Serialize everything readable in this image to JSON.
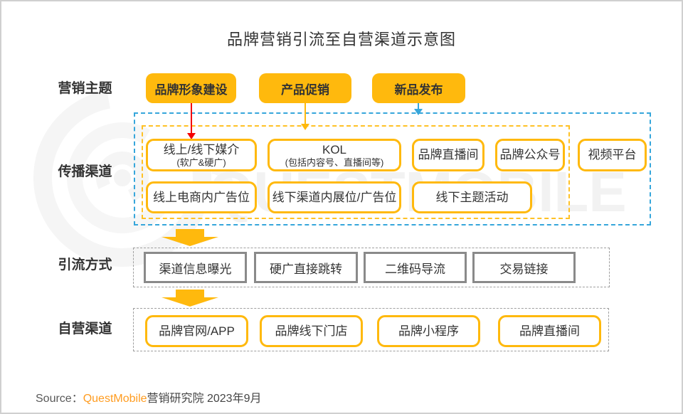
{
  "title": "品牌营销引流至自营渠道示意图",
  "watermark": {
    "text": "QUESTMOBILE"
  },
  "marketing_themes": {
    "label": "营销主题",
    "items": [
      "品牌形象建设",
      "产品促销",
      "新品发布"
    ]
  },
  "spread_channels": {
    "label": "传播渠道",
    "row1": [
      {
        "main": "线上/线下媒介",
        "sub": "(软广&硬广)"
      },
      {
        "main": "KOL",
        "sub": "(包括内容号、直播间等)"
      },
      {
        "main": "品牌直播间"
      },
      {
        "main": "品牌公众号"
      },
      {
        "main": "视频平台"
      }
    ],
    "row2": [
      "线上电商内广告位",
      "线下渠道内展位/广告位",
      "线下主题活动"
    ]
  },
  "diversion_methods": {
    "label": "引流方式",
    "items": [
      "渠道信息曝光",
      "硬广直接跳转",
      "二维码导流",
      "交易链接"
    ]
  },
  "own_channels": {
    "label": "自营渠道",
    "items": [
      "品牌官网/APP",
      "品牌线下门店",
      "品牌小程序",
      "品牌直播间"
    ]
  },
  "source": {
    "prefix": "Source：",
    "brand": "QuestMobile",
    "suffix": "营销研究院 2023年9月"
  },
  "colors": {
    "yellow": "#FFB90D",
    "orange_dash": "#FFC125",
    "blue": "#36A6DB",
    "red": "#F40000",
    "gray_border": "#8A8A8A",
    "text": "#333333",
    "source_brand": "#FF9C20"
  }
}
